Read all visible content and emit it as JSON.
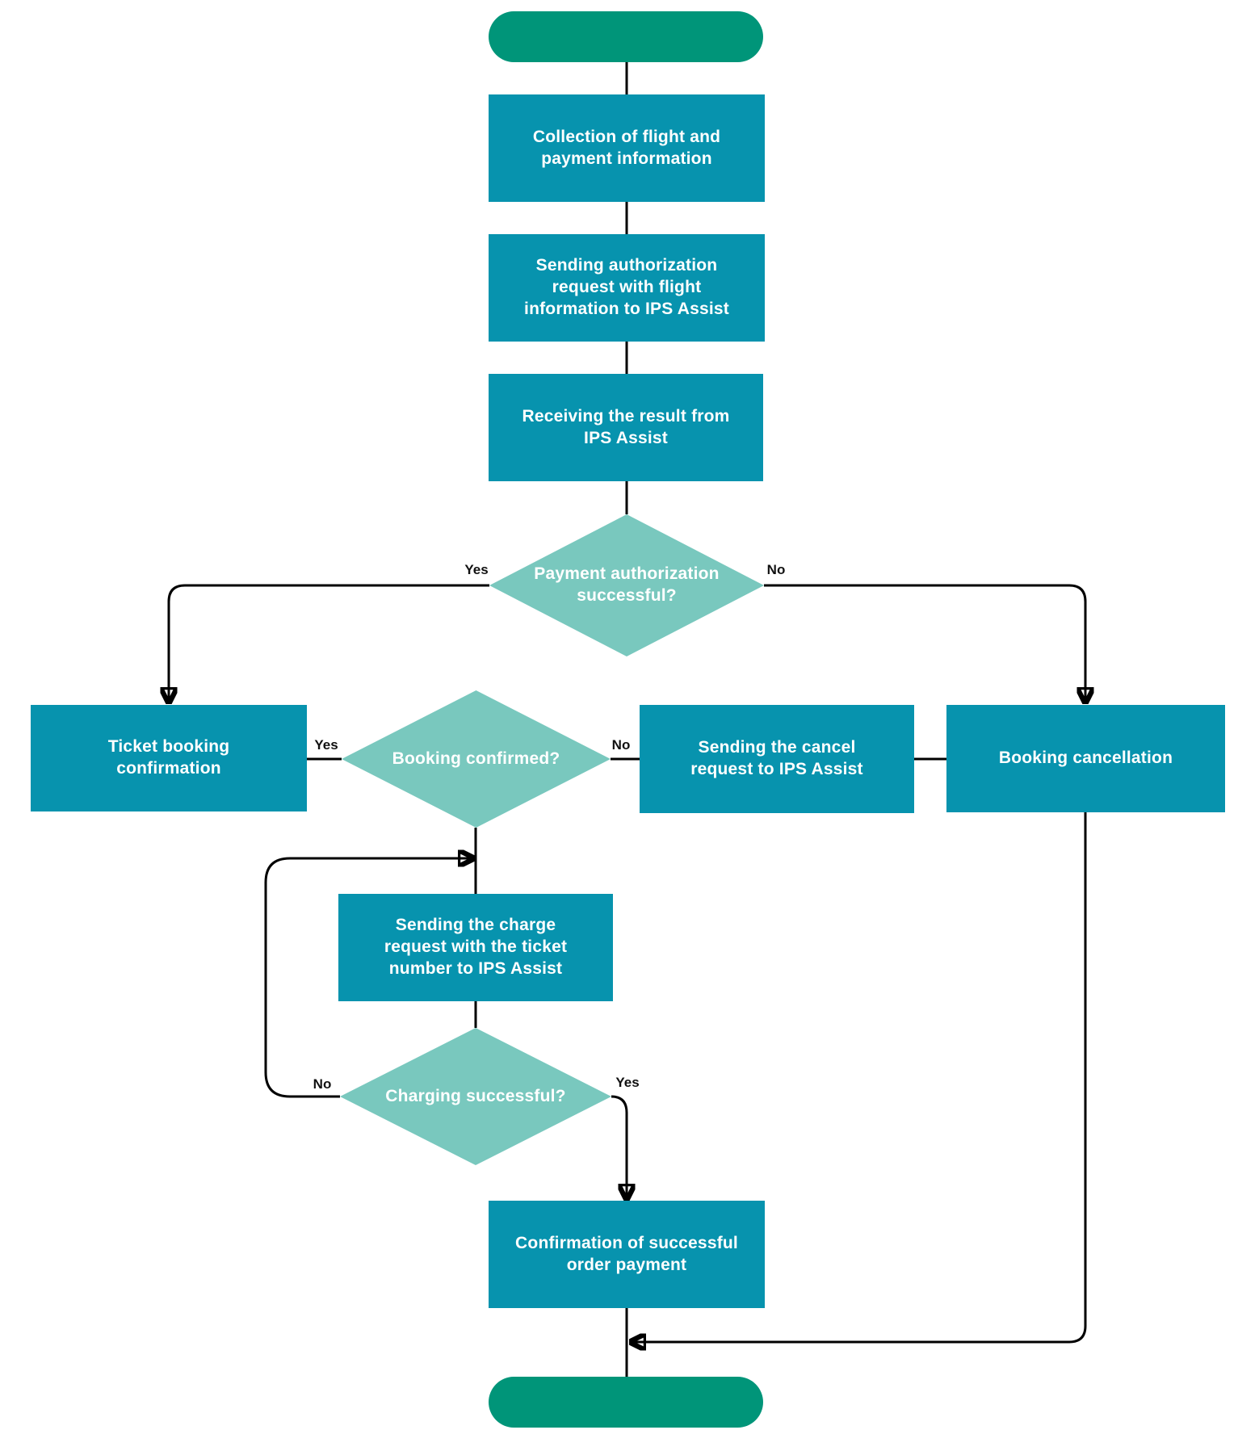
{
  "diagram": {
    "type": "flowchart",
    "background": "#ffffff",
    "colors": {
      "terminal_fill": "#009579",
      "process_fill": "#0793ae",
      "decision_fill": "#79c8be",
      "node_text": "#ffffff",
      "connector": "#000000",
      "edge_label_text": "#111111"
    },
    "nodes": {
      "start": {
        "type": "terminal",
        "label": ""
      },
      "collect_info": {
        "type": "process",
        "label": "Collection of flight and\npayment information"
      },
      "auth_request": {
        "type": "process",
        "label": "Sending authorization\nrequest with flight\ninformation to IPS Assist"
      },
      "receive_result": {
        "type": "process",
        "label": "Receiving the result from\nIPS Assist"
      },
      "payment_auth": {
        "type": "decision",
        "label": "Payment authorization\nsuccessful?"
      },
      "ticket_confirm": {
        "type": "process",
        "label": "Ticket booking\nconfirmation"
      },
      "booking_confirmed": {
        "type": "decision",
        "label": "Booking confirmed?"
      },
      "cancel_request": {
        "type": "process",
        "label": "Sending the cancel\nrequest to IPS Assist"
      },
      "booking_cancellation": {
        "type": "process",
        "label": "Booking cancellation"
      },
      "charge_request": {
        "type": "process",
        "label": "Sending the charge\nrequest with the ticket\nnumber to IPS Assist"
      },
      "charging_successful": {
        "type": "decision",
        "label": "Charging successful?"
      },
      "order_confirmation": {
        "type": "process",
        "label": "Confirmation of successful\norder payment"
      },
      "end": {
        "type": "terminal",
        "label": ""
      }
    },
    "edge_labels": {
      "payment_yes": "Yes",
      "payment_no": "No",
      "booking_yes": "Yes",
      "booking_no": "No",
      "charging_no": "No",
      "charging_yes": "Yes"
    }
  }
}
